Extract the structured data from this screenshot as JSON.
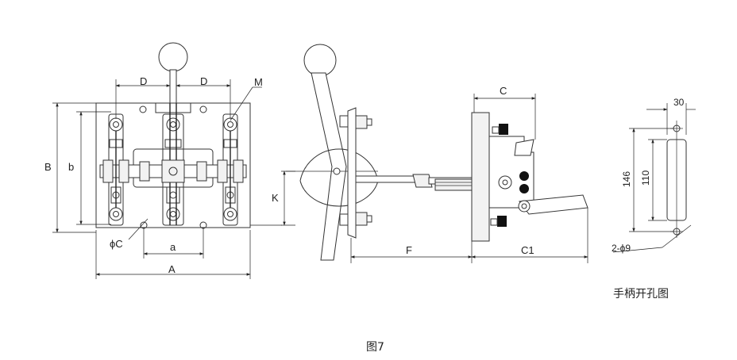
{
  "front_view": {
    "labels": {
      "d_left": "D",
      "d_right": "D",
      "m": "M",
      "b_outer": "B",
      "b_inner": "b",
      "phi_c": "ϕC",
      "a_small": "a",
      "a_large": "A"
    }
  },
  "side_view": {
    "labels": {
      "k": "K",
      "f": "F",
      "c": "C",
      "c1": "C1"
    }
  },
  "cutout_view": {
    "labels": {
      "w30": "30",
      "h146": "146",
      "h110": "110",
      "holes": "2-ϕ9"
    },
    "caption": "手柄开孔图"
  },
  "figure_caption": "图7"
}
